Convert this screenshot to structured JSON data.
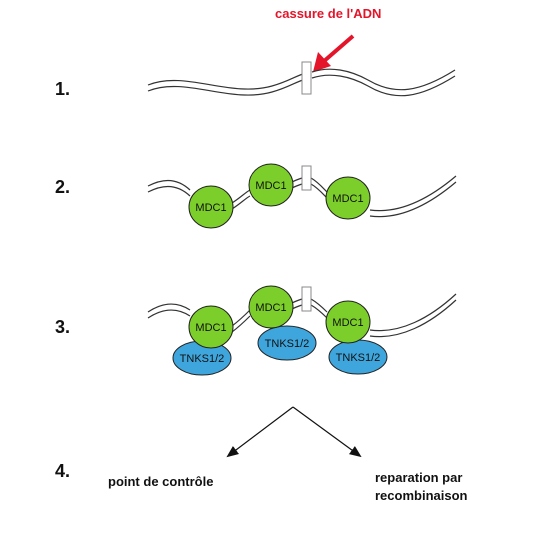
{
  "header": {
    "break_label": "cassure de l'ADN"
  },
  "steps": [
    "1.",
    "2.",
    "3.",
    "4."
  ],
  "proteins": {
    "mdc1": "MDC1",
    "tnks": "TNKS1/2"
  },
  "outcomes": {
    "left": "point de contrôle",
    "right_line1": "reparation par",
    "right_line2": "recombinaison"
  },
  "colors": {
    "mdc1_fill": "#7ccf2a",
    "tnks_fill": "#3fa6dd",
    "break_arrow": "#e4142a",
    "strand": "#333333"
  }
}
